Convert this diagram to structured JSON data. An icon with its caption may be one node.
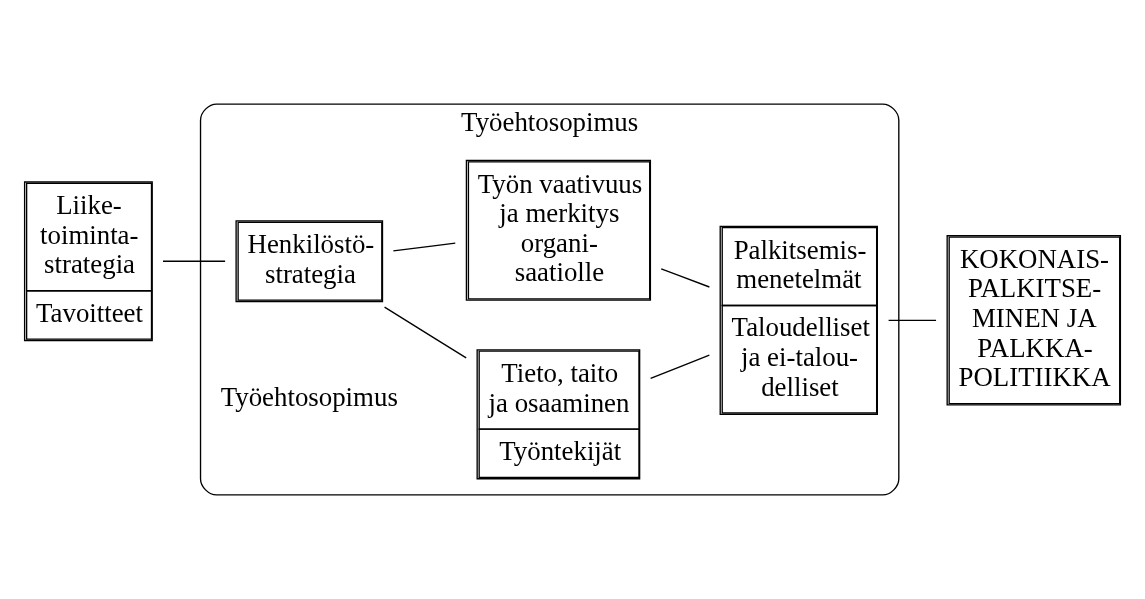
{
  "diagram": {
    "nodes": [
      {
        "text": [
          "Työehtosopimus",
          "Työehtosopimus"
        ]
      },
      {
        "text": [
          "Liike- toiminta- strategia",
          "Tavoitteet"
        ]
      },
      {
        "text": [
          "Henkilöstö- strategia"
        ],
        "in": 0
      },
      {
        "text": [
          "Tieto, taito ja osaaminen",
          "Työntekijät"
        ],
        "in": 0
      },
      {
        "text": [
          "Työn vaativuus ja merkitys organi- saatiolle"
        ],
        "in": 0
      },
      {
        "text": [
          "Palkitsemis- menetelmät",
          "Taloudelliset ja ei-talou- delliset"
        ],
        "in": 0
      },
      {
        "text": [
          "KOKONAIS- PALKITSE- MINEN JA PALKKA- POLITIIKKA"
        ]
      }
    ],
    "edges": [
      {
        "from": 1,
        "to": 2,
        "arrow": "none"
      },
      {
        "from": 2,
        "to": 3,
        "arrow": "none"
      },
      {
        "from": 2,
        "to": 4,
        "arrow": "none"
      },
      {
        "from": 3,
        "to": 5,
        "arrow": "none"
      },
      {
        "from": 4,
        "to": 5,
        "arrow": "none"
      },
      {
        "from": 5,
        "to": 6,
        "arrow": "none"
      }
    ]
  }
}
